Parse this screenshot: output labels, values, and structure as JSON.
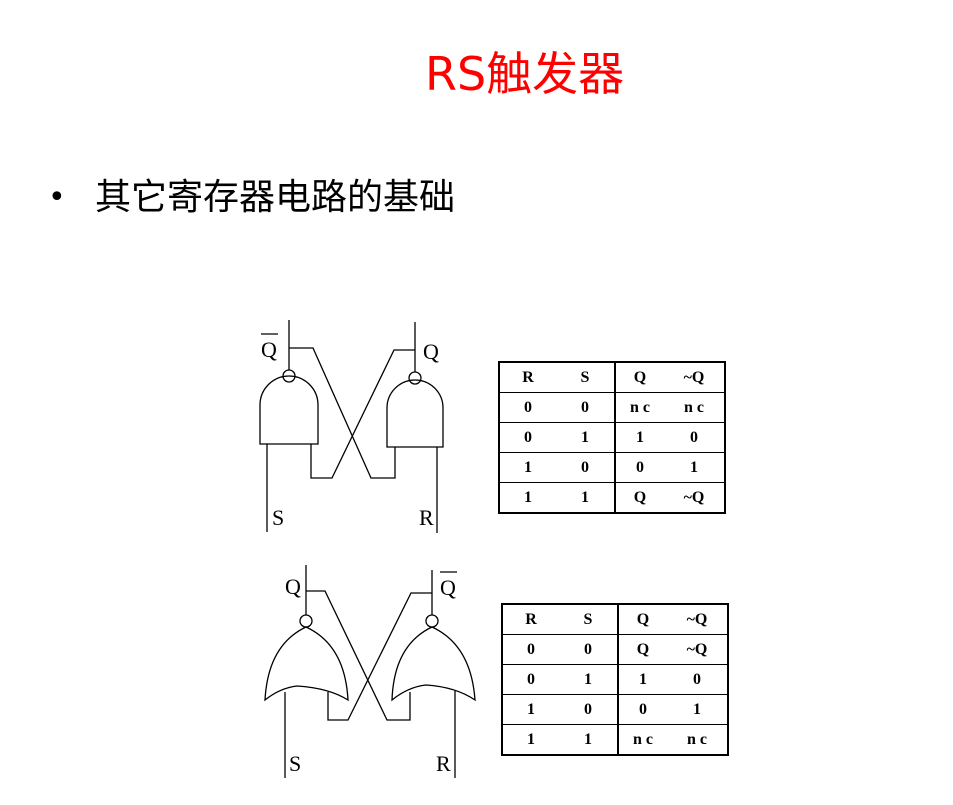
{
  "title": "RS触发器",
  "bullet": "其它寄存器电路的基础",
  "circuit_nand": {
    "labels": {
      "qbar_left": "Q",
      "q_right": "Q",
      "s_in": "S",
      "r_in": "R"
    }
  },
  "circuit_nor": {
    "labels": {
      "q_left": "Q",
      "qbar_right": "Q",
      "s_in": "S",
      "r_in": "R"
    }
  },
  "table_nand": {
    "headers": [
      "R",
      "S",
      "Q",
      "~Q"
    ],
    "rows": [
      [
        "0",
        "0",
        "n c",
        "n c"
      ],
      [
        "0",
        "1",
        "1",
        "0"
      ],
      [
        "1",
        "0",
        "0",
        "1"
      ],
      [
        "1",
        "1",
        "Q",
        "~Q"
      ]
    ]
  },
  "table_nor": {
    "headers": [
      "R",
      "S",
      "Q",
      "~Q"
    ],
    "rows": [
      [
        "0",
        "0",
        "Q",
        "~Q"
      ],
      [
        "0",
        "1",
        "1",
        "0"
      ],
      [
        "1",
        "0",
        "0",
        "1"
      ],
      [
        "1",
        "1",
        "n c",
        "n c"
      ]
    ]
  }
}
